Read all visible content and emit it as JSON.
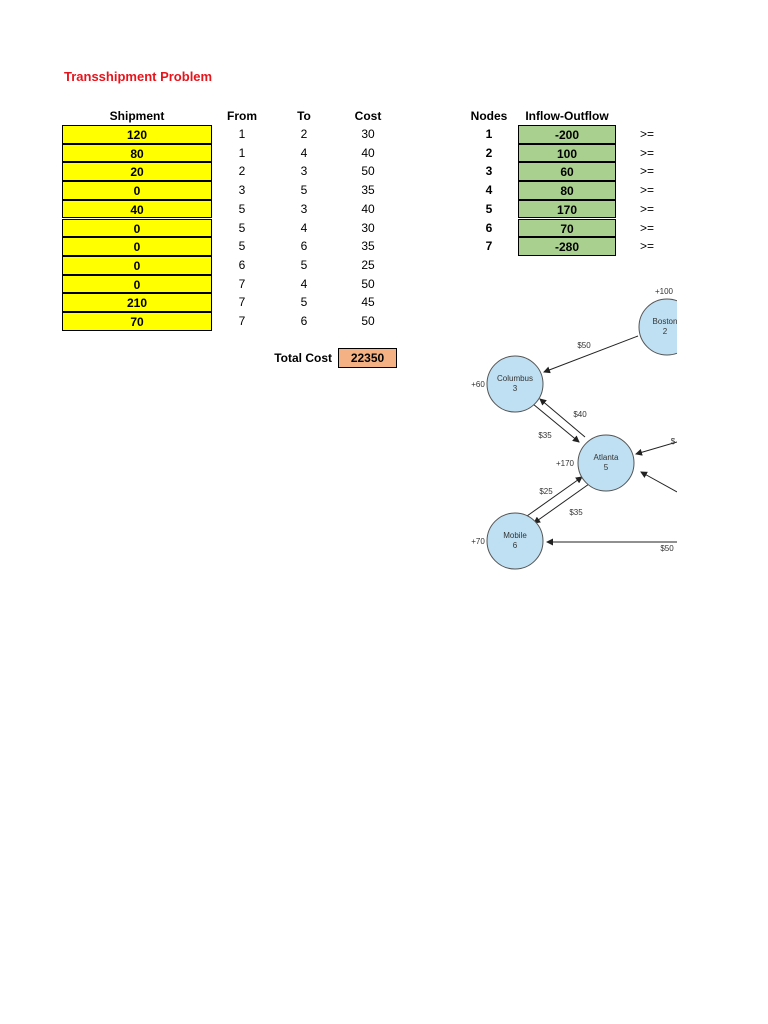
{
  "title": "Transshipment Problem",
  "headers": {
    "shipment": "Shipment",
    "from": "From",
    "to": "To",
    "cost": "Cost",
    "nodes": "Nodes",
    "flow": "Inflow-Outflow"
  },
  "arcs": [
    {
      "shipment": "120",
      "from": "1",
      "to": "2",
      "cost": "30"
    },
    {
      "shipment": "80",
      "from": "1",
      "to": "4",
      "cost": "40"
    },
    {
      "shipment": "20",
      "from": "2",
      "to": "3",
      "cost": "50"
    },
    {
      "shipment": "0",
      "from": "3",
      "to": "5",
      "cost": "35"
    },
    {
      "shipment": "40",
      "from": "5",
      "to": "3",
      "cost": "40"
    },
    {
      "shipment": "0",
      "from": "5",
      "to": "4",
      "cost": "30"
    },
    {
      "shipment": "0",
      "from": "5",
      "to": "6",
      "cost": "35"
    },
    {
      "shipment": "0",
      "from": "6",
      "to": "5",
      "cost": "25"
    },
    {
      "shipment": "0",
      "from": "7",
      "to": "4",
      "cost": "50"
    },
    {
      "shipment": "210",
      "from": "7",
      "to": "5",
      "cost": "45"
    },
    {
      "shipment": "70",
      "from": "7",
      "to": "6",
      "cost": "50"
    }
  ],
  "nodes": [
    {
      "node": "1",
      "flow": "-200",
      "op": ">="
    },
    {
      "node": "2",
      "flow": "100",
      "op": ">="
    },
    {
      "node": "3",
      "flow": "60",
      "op": ">="
    },
    {
      "node": "4",
      "flow": "80",
      "op": ">="
    },
    {
      "node": "5",
      "flow": "170",
      "op": ">="
    },
    {
      "node": "6",
      "flow": "70",
      "op": ">="
    },
    {
      "node": "7",
      "flow": "-280",
      "op": ">="
    }
  ],
  "total": {
    "label": "Total Cost",
    "value": "22350"
  },
  "network": {
    "boston": {
      "name": "Boston",
      "num": "2",
      "supply": "+100"
    },
    "columbus": {
      "name": "Columbus",
      "num": "3",
      "supply": "+60"
    },
    "atlanta": {
      "name": "Atlanta",
      "num": "5",
      "supply": "+170"
    },
    "mobile": {
      "name": "Mobile",
      "num": "6",
      "supply": "+70"
    },
    "costs": {
      "boston_columbus": "$50",
      "columbus_atlanta": "$35",
      "atlanta_columbus": "$40",
      "mobile_atlanta": "$25",
      "atlanta_mobile": "$35",
      "to_atlanta_right": "$",
      "to_mobile_right": "$50"
    }
  }
}
